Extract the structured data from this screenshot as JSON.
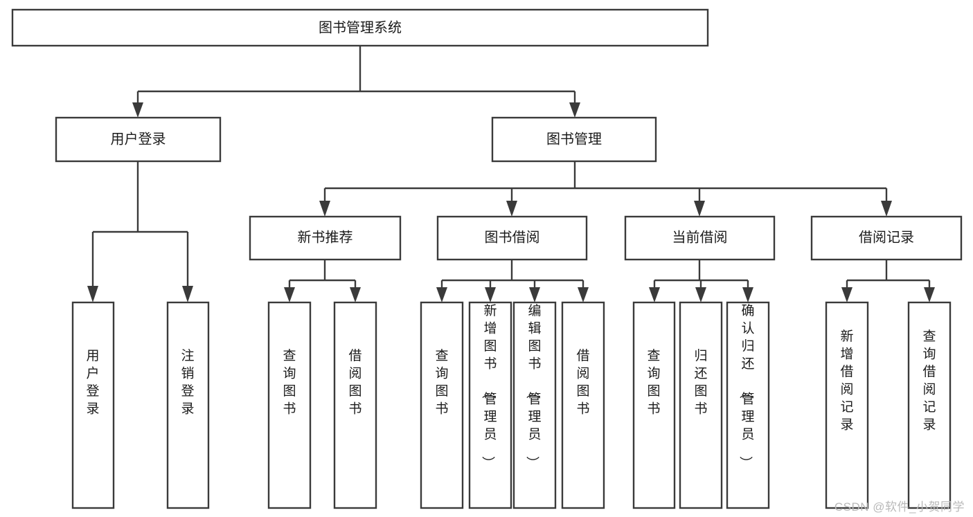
{
  "diagram": {
    "type": "tree-flowchart",
    "title": "图书管理系统",
    "watermark": "CSDN @软件_小贺同学",
    "colors": {
      "box_stroke": "#3a3a3a",
      "box_fill": "#ffffff",
      "text": "#1b1b1b",
      "background": "#ffffff",
      "watermark": "#b9b9b9"
    },
    "levels": {
      "root": {
        "label": "图书管理系统"
      },
      "level2": [
        {
          "label": "用户登录"
        },
        {
          "label": "图书管理"
        }
      ],
      "level3": [
        {
          "label": "新书推荐"
        },
        {
          "label": "图书借阅"
        },
        {
          "label": "当前借阅"
        },
        {
          "label": "借阅记录"
        }
      ],
      "leaves_user_login": [
        {
          "label": "用户登录"
        },
        {
          "label": "注销登录"
        }
      ],
      "leaves_new_book": [
        {
          "label": "查询图书"
        },
        {
          "label": "借阅图书"
        }
      ],
      "leaves_borrow": [
        {
          "label": "查询图书"
        },
        {
          "label": "新增图书（管理员）"
        },
        {
          "label": "编辑图书（管理员）"
        },
        {
          "label": "借阅图书"
        }
      ],
      "leaves_current": [
        {
          "label": "查询图书"
        },
        {
          "label": "归还图书"
        },
        {
          "label": "确认归还（管理员）"
        }
      ],
      "leaves_record": [
        {
          "label": "新增借阅记录"
        },
        {
          "label": "查询借阅记录"
        }
      ]
    }
  }
}
